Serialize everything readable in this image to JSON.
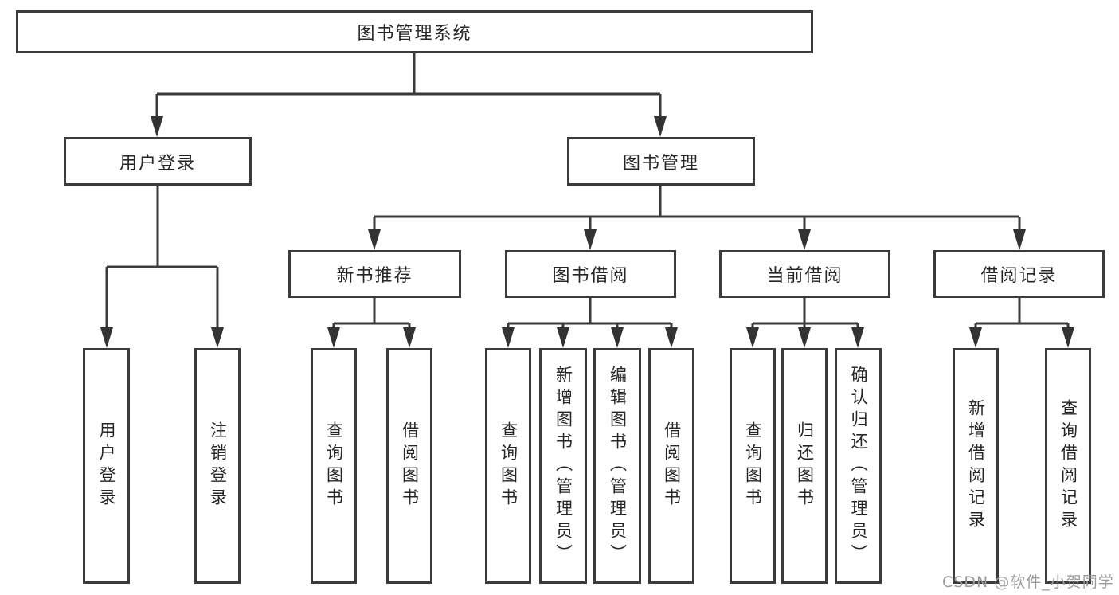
{
  "diagram": {
    "title": "图书管理系统",
    "watermark": "CSDN @软件_小贺同学",
    "colors": {
      "line": "#3a3a3a",
      "border": "#3b3b3b",
      "text": "#262626",
      "watermark": "#9c9c9c",
      "background": "#ffffff"
    },
    "nodes": {
      "root": {
        "label": "图书管理系统"
      },
      "user_login": {
        "label": "用户登录"
      },
      "book_mgmt": {
        "label": "图书管理"
      },
      "new_book_rec": {
        "label": "新书推荐"
      },
      "book_borrow": {
        "label": "图书借阅"
      },
      "current_borrow": {
        "label": "当前借阅"
      },
      "borrow_records": {
        "label": "借阅记录"
      },
      "user_login_leaf": {
        "label": "用户登录"
      },
      "logout_leaf": {
        "label": "注销登录"
      },
      "query_books_1": {
        "label": "查询图书"
      },
      "borrow_books_1": {
        "label": "借阅图书"
      },
      "query_books_2": {
        "label": "查询图书"
      },
      "add_books_admin": {
        "label": "新增图书（管理员）"
      },
      "edit_books_admin": {
        "label": "编辑图书（管理员）"
      },
      "borrow_books_2": {
        "label": "借阅图书"
      },
      "query_books_3": {
        "label": "查询图书"
      },
      "return_books": {
        "label": "归还图书"
      },
      "confirm_return_admin": {
        "label": "确认归还（管理员）"
      },
      "add_borrow_record": {
        "label": "新增借阅记录"
      },
      "query_borrow_record": {
        "label": "查询借阅记录"
      }
    },
    "edges": [
      "图书管理系统→用户登录",
      "图书管理系统→图书管理",
      "用户登录→用户登录",
      "用户登录→注销登录",
      "图书管理→新书推荐",
      "图书管理→图书借阅",
      "图书管理→当前借阅",
      "图书管理→借阅记录",
      "新书推荐→查询图书",
      "新书推荐→借阅图书",
      "图书借阅→查询图书",
      "图书借阅→新增图书（管理员）",
      "图书借阅→编辑图书（管理员）",
      "图书借阅→借阅图书",
      "当前借阅→查询图书",
      "当前借阅→归还图书",
      "当前借阅→确认归还（管理员）",
      "借阅记录→新增借阅记录",
      "借阅记录→查询借阅记录"
    ]
  }
}
